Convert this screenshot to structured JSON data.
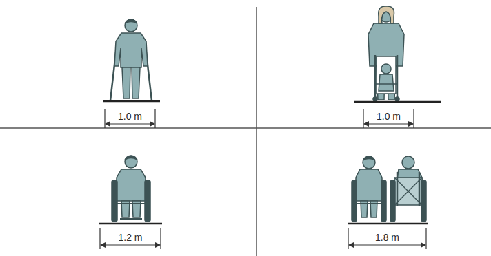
{
  "diagram": {
    "labels": [
      "1.0 m",
      "1.0 m",
      "1.2 m",
      "1.8 m"
    ]
  }
}
